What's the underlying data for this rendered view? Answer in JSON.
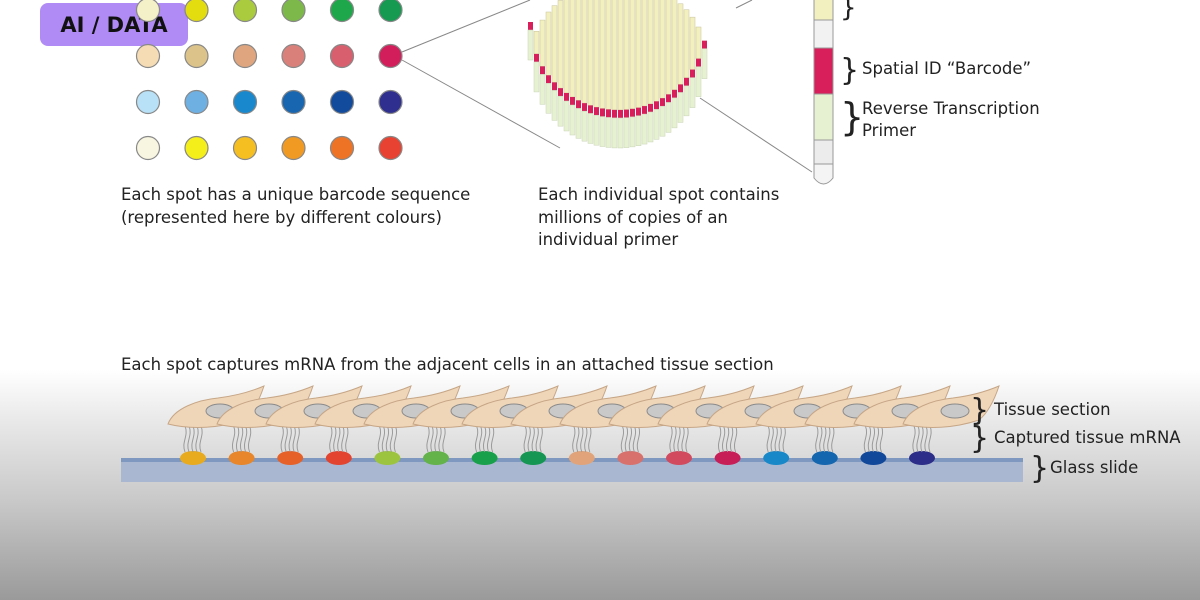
{
  "badge": {
    "label": "AI / DATA"
  },
  "captions": {
    "barcode": "Each spot has a unique barcode sequence\n(represented here by different colours)",
    "spot": "Each individual spot contains\nmillions of copies of an\nindividual primer",
    "tissue": "Each spot captures mRNA from the adjacent cells in an attached tissue section"
  },
  "primer_labels": {
    "barcode": "Spatial ID “Barcode”",
    "rt_line1": "Reverse Transcription",
    "rt_line2": "Primer"
  },
  "tissue_labels": {
    "tissue_section": "Tissue section",
    "captured_mrna": "Captured tissue mRNA",
    "glass_slide": "Glass slide"
  },
  "grid_colors": [
    [
      "#f4f0c8",
      "#e3dd10",
      "#aacb3e",
      "#7db84a",
      "#1fa84b",
      "#169a52"
    ],
    [
      "#f6dcb4",
      "#dcc38a",
      "#dfa57e",
      "#d9807a",
      "#d8606e",
      "#d21f5c"
    ],
    [
      "#b8e0f6",
      "#6fb0e2",
      "#1a88cc",
      "#1866b0",
      "#124a9c",
      "#2e2f8e"
    ],
    [
      "#f8f6e0",
      "#f4ee1a",
      "#f5bf22",
      "#f09a24",
      "#ef7324",
      "#e84332"
    ]
  ],
  "slide_spot_colors": [
    "#e8ab20",
    "#e7862a",
    "#e66128",
    "#e24430",
    "#9cc43f",
    "#63b24a",
    "#18a04a",
    "#159652",
    "#e1a47a",
    "#d8706c",
    "#d24a5e",
    "#c81e58",
    "#1888c8",
    "#1466ae",
    "#12489a",
    "#2c2d88"
  ],
  "colors": {
    "badge_bg": "#b18bf5",
    "spot_cream": "#f3f0c0",
    "barcode_red": "#d81e5b",
    "rt_green": "#e6f1d2",
    "cell_fill": "#f0d6b8",
    "nucleus": "#c9c9c9",
    "slide": "#8fa4c4"
  }
}
